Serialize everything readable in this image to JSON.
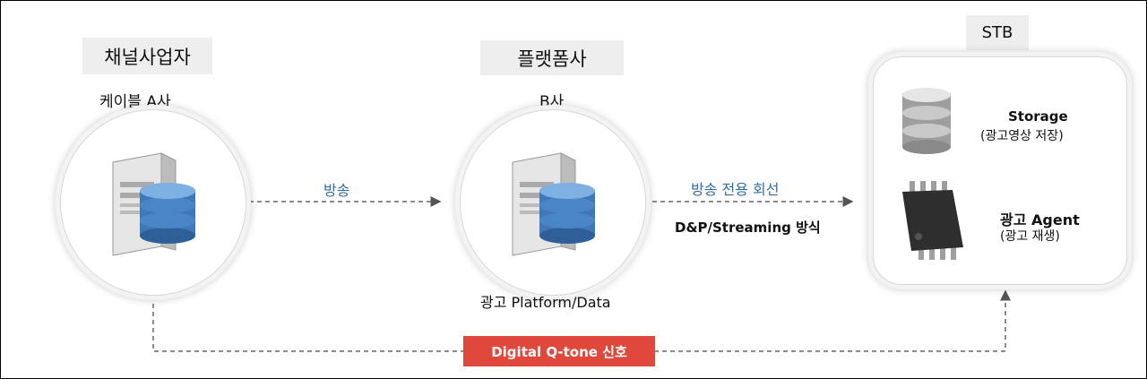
{
  "nodes": {
    "channel": {
      "group": "채널사업자",
      "name": "케이블 A사"
    },
    "platform": {
      "group": "플랫폼사",
      "name": "B사",
      "caption": "광고 Platform/Data"
    },
    "stb": {
      "group": "STB",
      "storage_title": "Storage",
      "storage_desc": "(광고영상 저장)",
      "agent_title": "광고 Agent",
      "agent_desc": "(광고 재생)"
    }
  },
  "edges": {
    "broadcast": "방송",
    "dedicated_line": "방송 전용 회선",
    "method": "D&P/Streaming 방식",
    "signal": "Digital Q-tone 신호"
  },
  "colors": {
    "accent_blue": "#2f6dab",
    "signal_red": "#e0483b",
    "label_bg": "#eeeeee"
  },
  "icons": [
    "server-icon",
    "database-icon",
    "chip-icon"
  ]
}
